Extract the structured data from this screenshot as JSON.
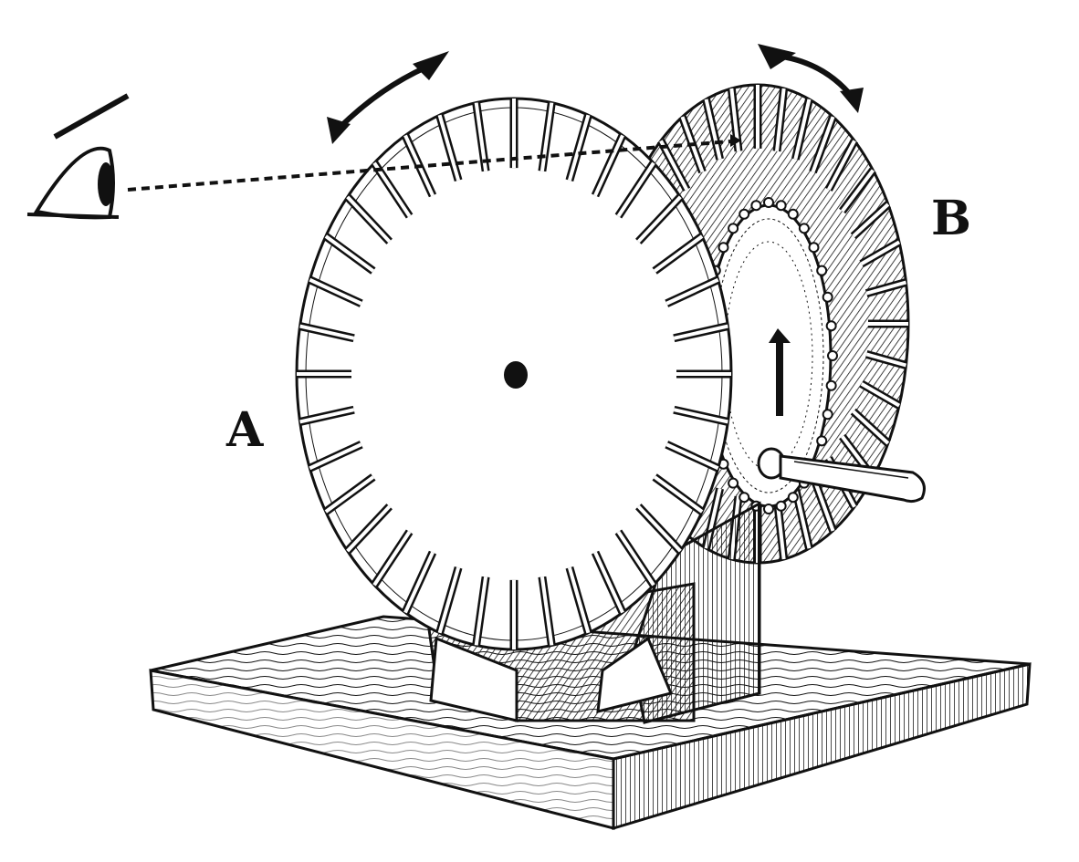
{
  "labels": {
    "wheel_front": "A",
    "wheel_back": "B"
  },
  "wheels": {
    "front_slot_count": 36,
    "back_slot_count": 36,
    "gear_tooth_count": 32
  },
  "colors": {
    "ink": "#111111",
    "paper": "#ffffff"
  }
}
